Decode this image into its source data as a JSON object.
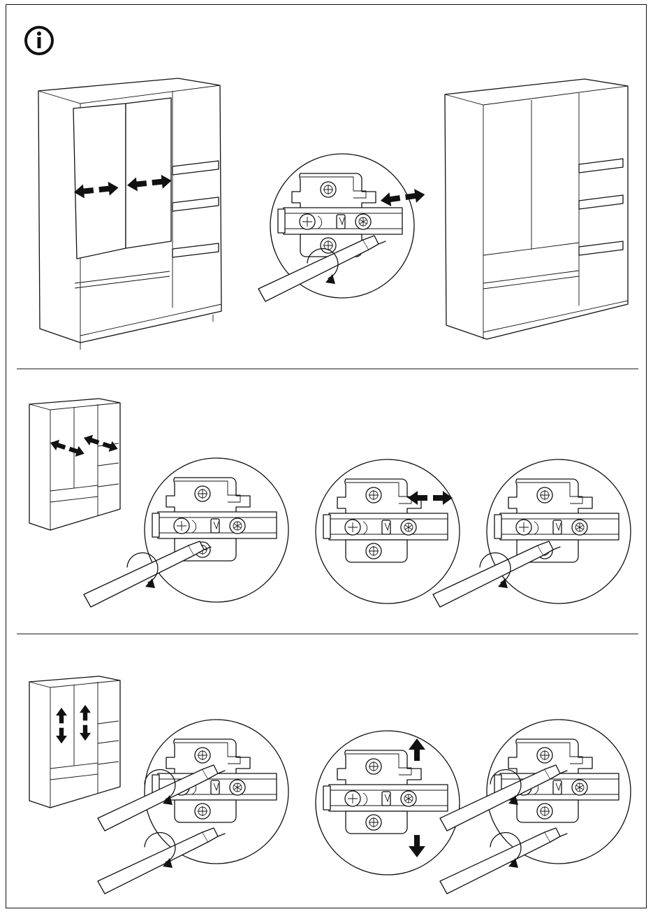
{
  "page": {
    "info_icon": "info-circle-icon",
    "background": "#ffffff",
    "line_color": "#111111"
  },
  "sections": [
    {
      "id": "door-depth-adjustment",
      "icons": [
        "cabinet-open-doors",
        "hinge-detail-depth",
        "cabinet-closed-doors"
      ],
      "arrows": [
        "double-arrow-horizontal-icon",
        "double-arrow-horizontal-icon"
      ]
    },
    {
      "id": "door-side-adjustment",
      "icons": [
        "cabinet-small-side",
        "hinge-detail-loosen",
        "hinge-detail-shift",
        "hinge-detail-tighten"
      ],
      "arrows": [
        "double-arrow-diagonal-icon",
        "double-arrow-diagonal-icon"
      ]
    },
    {
      "id": "door-height-adjustment",
      "icons": [
        "cabinet-small-height",
        "hinge-detail-loosen-two",
        "hinge-detail-vertical",
        "hinge-detail-tighten-two"
      ],
      "arrows": [
        "double-arrow-vertical-icon",
        "double-arrow-vertical-icon"
      ]
    }
  ]
}
